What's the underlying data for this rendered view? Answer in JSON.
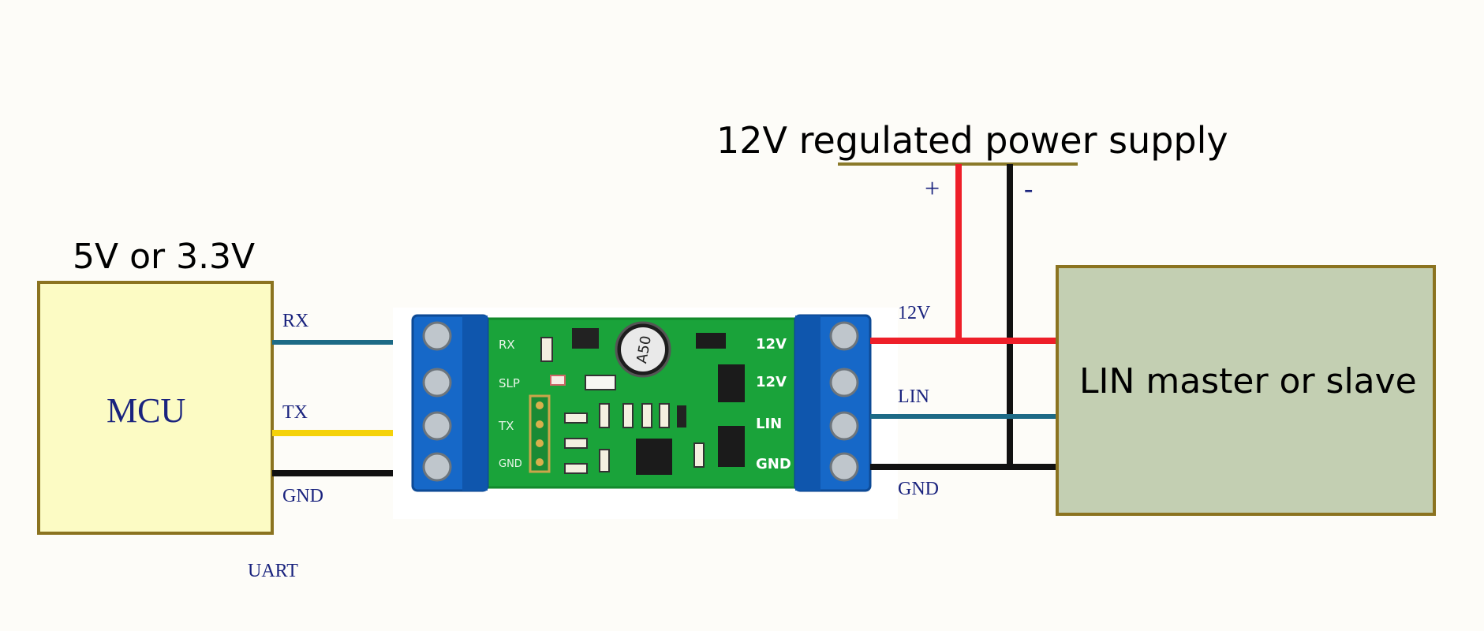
{
  "power_supply": {
    "label": "12V regulated power supply",
    "plus": "+",
    "minus": "-"
  },
  "mcu": {
    "voltage_label": "5V or 3.3V",
    "label": "MCU",
    "pins": {
      "rx": "RX",
      "tx": "TX",
      "gnd": "GND"
    },
    "bus_label": "UART"
  },
  "module": {
    "left_pins": [
      "RX",
      "SLP",
      "TX",
      "GND"
    ],
    "right_pins": [
      "12V",
      "12V",
      "LIN",
      "GND"
    ],
    "capacitor_marking": "A50"
  },
  "lin_side": {
    "pins": {
      "v12": "12V",
      "lin": "LIN",
      "gnd": "GND"
    }
  },
  "lin_device": {
    "label": "LIN master or slave"
  },
  "colors": {
    "mcu_fill": "#fcfbc4",
    "box_border": "#8b7320",
    "lin_fill": "#c3cfb2",
    "wire_red": "#ee1f29",
    "wire_black": "#111111",
    "wire_teal": "#1d6a86",
    "wire_yellow": "#f5d20a",
    "pcb_green": "#1aa33a",
    "terminal_blue": "#1668c8",
    "label_blue": "#1a237e"
  }
}
